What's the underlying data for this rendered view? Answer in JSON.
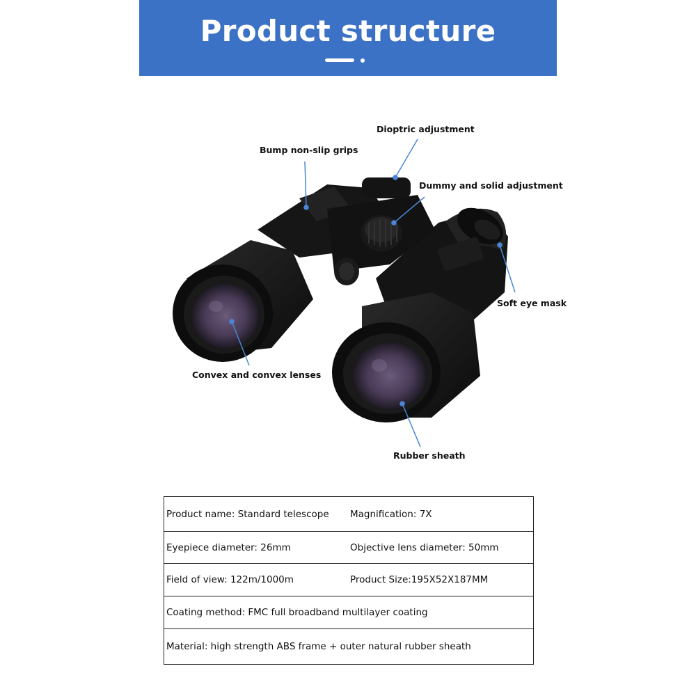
{
  "banner": {
    "title": "Product structure"
  },
  "callouts": {
    "dioptric": "Dioptric adjustment",
    "grips": "Bump non-slip grips",
    "dummy": "Dummy and solid adjustment",
    "eye_mask": "Soft eye mask",
    "lenses": "Convex and convex lenses",
    "sheath": "Rubber sheath"
  },
  "specs": {
    "row1": {
      "left": "Product name: Standard telescope",
      "right": "Magnification: 7X"
    },
    "row2": {
      "left": "Eyepiece diameter: 26mm",
      "right": "Objective lens diameter: 50mm"
    },
    "row3": {
      "left": "Field of view: 122m/1000m",
      "right": "Product Size:195X52X187MM"
    },
    "row4": {
      "full": "Coating method: FMC full broadband multilayer coating"
    },
    "row5": {
      "full": "Material: high strength ABS frame + outer natural rubber sheath"
    }
  },
  "colors": {
    "banner": "#3b72c6",
    "leader": "#4a86d6",
    "body": "#151515",
    "lens": "#5a4a68"
  }
}
